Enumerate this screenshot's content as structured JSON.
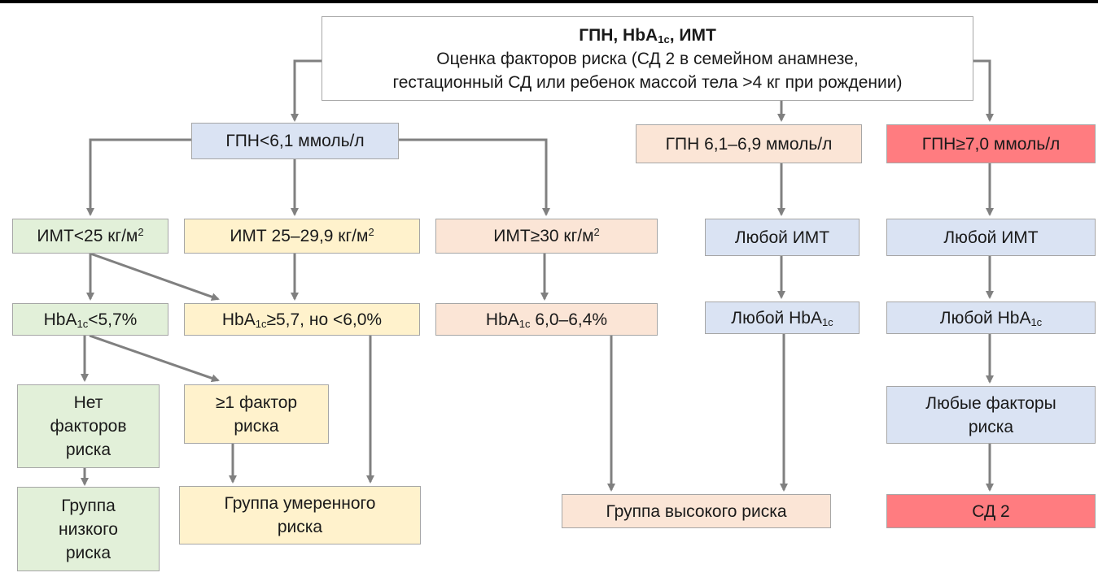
{
  "header": {
    "title_a": "ГПН, HbA",
    "title_sub": "1c",
    "title_b": ", ИМТ",
    "line2": "Оценка факторов риска (СД 2 в семейном анамнезе,",
    "line3": "гестационный СД или ребенок массой тела >4 кг при рождении)"
  },
  "fpg": {
    "low": "ГПН<6,1 ммоль/л",
    "mid": "ГПН 6,1–6,9 ммоль/л",
    "high": "ГПН≥7,0 ммоль/л"
  },
  "bmi": {
    "lt25_a": "ИМТ<25 кг/м",
    "lt25_sup": "2",
    "mid_a": "ИМТ 25–29,9 кг/м",
    "mid_sup": "2",
    "ge30_a": "ИМТ≥30 кг/м",
    "ge30_sup": "2",
    "any_mid": "Любой ИМТ",
    "any_high": "Любой ИМТ"
  },
  "hba1c": {
    "prefix": "HbA",
    "sub": "1c",
    "lt57_tail": "<5,7%",
    "mid_tail": "≥5,7, но <6,0%",
    "hi_tail": " 6,0–6,4%",
    "any_prefix": "Любой HbA"
  },
  "factors": {
    "none": [
      "Нет",
      "факторов",
      "риска"
    ],
    "one": [
      "≥1 фактор",
      "риска"
    ],
    "any": [
      "Любые факторы",
      "риска"
    ]
  },
  "outcomes": {
    "low": [
      "Группа",
      "низкого",
      "риска"
    ],
    "moderate": [
      "Группа умеренного",
      "риска"
    ],
    "high": "Группа высокого риска",
    "diabetes": "СД 2"
  },
  "colors": {
    "border": "#a6a6a6",
    "arrow": "#808080",
    "blue": "#dae3f3",
    "green": "#e2f0d9",
    "yellow": "#fff2cc",
    "peach": "#fbe5d6",
    "red": "#ff7c80"
  }
}
